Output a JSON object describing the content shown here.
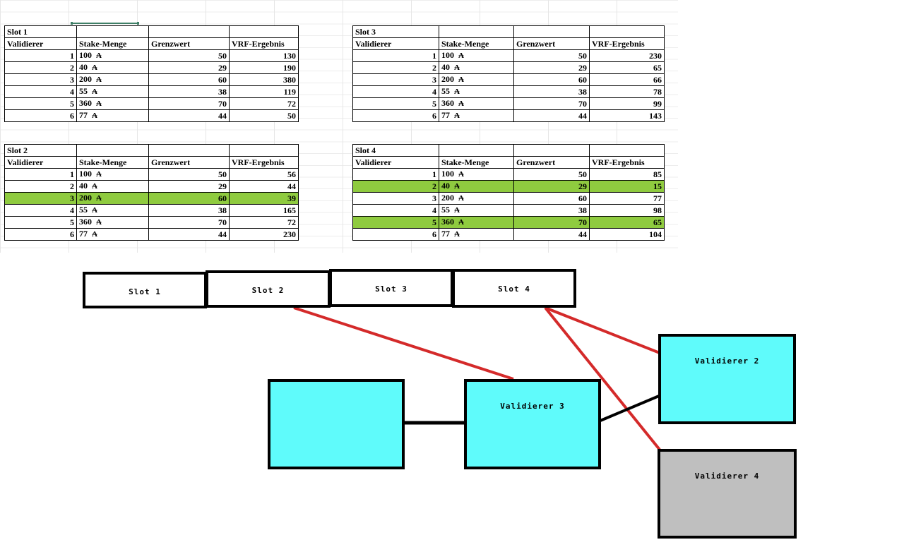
{
  "currency_symbol": "₳",
  "columns": [
    "Validierer",
    "Stake-Menge",
    "Grenzwert",
    "VRF-Ergebnis"
  ],
  "slots": [
    {
      "id": "slot1",
      "title": "Slot 1",
      "rows": [
        {
          "validator": "1",
          "stake": "100",
          "limit": "50",
          "vrf": "130",
          "highlight": false
        },
        {
          "validator": "2",
          "stake": "40",
          "limit": "29",
          "vrf": "190",
          "highlight": false
        },
        {
          "validator": "3",
          "stake": "200",
          "limit": "60",
          "vrf": "380",
          "highlight": false
        },
        {
          "validator": "4",
          "stake": "55",
          "limit": "38",
          "vrf": "119",
          "highlight": false
        },
        {
          "validator": "5",
          "stake": "360",
          "limit": "70",
          "vrf": "72",
          "highlight": false
        },
        {
          "validator": "6",
          "stake": "77",
          "limit": "44",
          "vrf": "50",
          "highlight": false
        }
      ]
    },
    {
      "id": "slot2",
      "title": "Slot 2",
      "rows": [
        {
          "validator": "1",
          "stake": "100",
          "limit": "50",
          "vrf": "56",
          "highlight": false
        },
        {
          "validator": "2",
          "stake": "40",
          "limit": "29",
          "vrf": "44",
          "highlight": false
        },
        {
          "validator": "3",
          "stake": "200",
          "limit": "60",
          "vrf": "39",
          "highlight": true
        },
        {
          "validator": "4",
          "stake": "55",
          "limit": "38",
          "vrf": "165",
          "highlight": false
        },
        {
          "validator": "5",
          "stake": "360",
          "limit": "70",
          "vrf": "72",
          "highlight": false
        },
        {
          "validator": "6",
          "stake": "77",
          "limit": "44",
          "vrf": "230",
          "highlight": false
        }
      ]
    },
    {
      "id": "slot3",
      "title": "Slot 3",
      "rows": [
        {
          "validator": "1",
          "stake": "100",
          "limit": "50",
          "vrf": "230",
          "highlight": false
        },
        {
          "validator": "2",
          "stake": "40",
          "limit": "29",
          "vrf": "65",
          "highlight": false
        },
        {
          "validator": "3",
          "stake": "200",
          "limit": "60",
          "vrf": "66",
          "highlight": false
        },
        {
          "validator": "4",
          "stake": "55",
          "limit": "38",
          "vrf": "78",
          "highlight": false
        },
        {
          "validator": "5",
          "stake": "360",
          "limit": "70",
          "vrf": "99",
          "highlight": false
        },
        {
          "validator": "6",
          "stake": "77",
          "limit": "44",
          "vrf": "143",
          "highlight": false
        }
      ]
    },
    {
      "id": "slot4",
      "title": "Slot 4",
      "rows": [
        {
          "validator": "1",
          "stake": "100",
          "limit": "50",
          "vrf": "85",
          "highlight": false
        },
        {
          "validator": "2",
          "stake": "40",
          "limit": "29",
          "vrf": "15",
          "highlight": true
        },
        {
          "validator": "3",
          "stake": "200",
          "limit": "60",
          "vrf": "77",
          "highlight": false
        },
        {
          "validator": "4",
          "stake": "55",
          "limit": "38",
          "vrf": "98",
          "highlight": false
        },
        {
          "validator": "5",
          "stake": "360",
          "limit": "70",
          "vrf": "65",
          "highlight": true
        },
        {
          "validator": "6",
          "stake": "77",
          "limit": "44",
          "vrf": "104",
          "highlight": false
        }
      ]
    }
  ],
  "diagram": {
    "slot_chain": [
      {
        "label": "Slot 1"
      },
      {
        "label": "Slot 2"
      },
      {
        "label": "Slot 3"
      },
      {
        "label": "Slot 4"
      }
    ],
    "validators": [
      {
        "label": "",
        "color": "#5FFBFB"
      },
      {
        "label": "Validierer 3",
        "color": "#5FFBFB"
      },
      {
        "label": "Validierer  2",
        "color": "#5FFBFB"
      },
      {
        "label": "Validierer  4",
        "color": "#BFBFBF"
      }
    ],
    "connector_colors": {
      "selected": "#D42A2A",
      "neutral": "#000000"
    }
  },
  "colors": {
    "highlight_green": "#8FCB3F",
    "cyan": "#5FFBFB",
    "gray": "#BFBFBF",
    "red_line": "#D42A2A",
    "selection_green": "#3F7F67"
  }
}
